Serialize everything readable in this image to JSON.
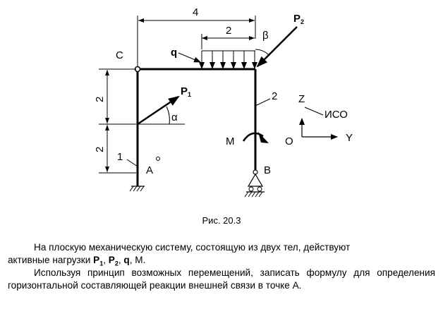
{
  "figure": {
    "dim_top": "4",
    "dim_q": "2",
    "dim_left_upper": "2",
    "dim_left_lower": "2",
    "label_C": "C",
    "label_q": "q",
    "label_P1": "P",
    "label_P1_sub": "1",
    "label_P2": "P",
    "label_P2_sub": "2",
    "label_alpha": "α",
    "label_beta": "β",
    "label_M": "M",
    "label_A": "A",
    "label_B": "B",
    "label_body1": "1",
    "label_body2": "2",
    "label_Z": "Z",
    "label_Y": "Y",
    "label_O": "O",
    "label_frame": "ИСО"
  },
  "caption": "Рис. 20.3",
  "paragraph1": {
    "line1": "На плоскую механическую систему, состоящую из двух тел, действуют",
    "line2_start": "активные нагрузки ",
    "p1": "P",
    "p1_sub": "1",
    "sep1": ", ",
    "p2": "P",
    "p2_sub": "2",
    "sep2": ", ",
    "q": "q",
    "end": ", М."
  },
  "paragraph2": "Используя принцип возможных перемещений, записать формулу для определения горизонтальной составляющей реакции внешней связи в точке А."
}
